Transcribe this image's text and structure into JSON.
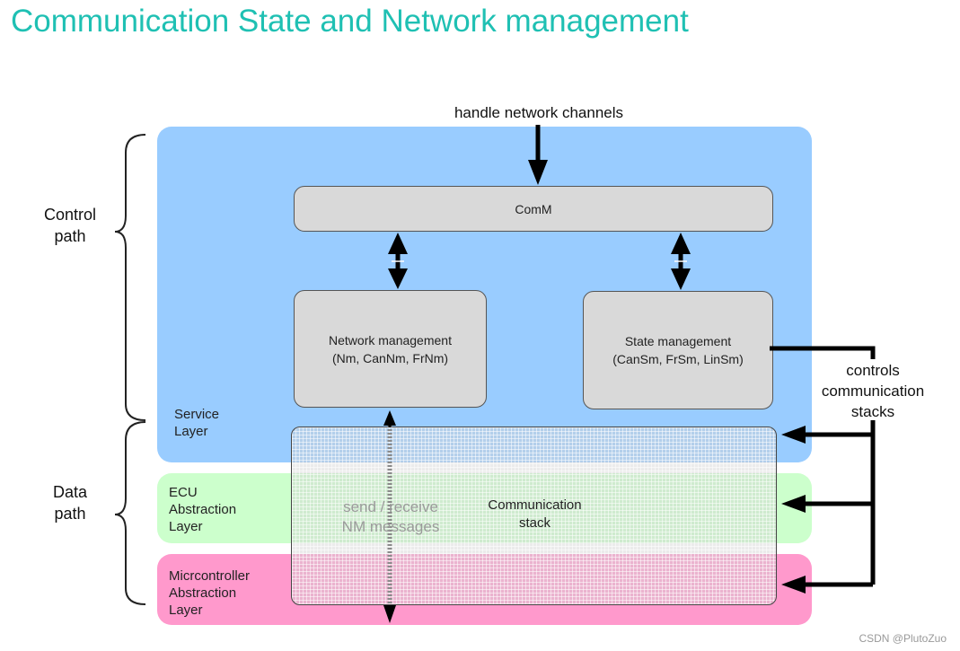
{
  "title": "Communication State and Network management",
  "side_labels": {
    "control_path": "Control\npath",
    "data_path": "Data\npath"
  },
  "layers": {
    "service": "Service\nLayer",
    "ecu": "ECU\nAbstraction\nLayer",
    "mcal": "Micrcontroller\nAbstraction\nLayer"
  },
  "boxes": {
    "comm": "ComM",
    "network_management": "Network management\n(Nm, CanNm, FrNm)",
    "state_management": "State management\n(CanSm, FrSm, LinSm)",
    "communication_stack": "Communication\nstack"
  },
  "annotations": {
    "handle_network_channels": "handle network channels",
    "controls_communication_stacks": "controls\ncommunication\nstacks",
    "send_receive_nm": "send / receive\nNM messages"
  },
  "watermark": "CSDN @PlutoZuo",
  "colors": {
    "title": "#1fc0b3",
    "service_layer": "#99ccff",
    "ecu_layer": "#ccffcc",
    "mcal_layer": "#ff99cc",
    "module_box": "#d9d9d9"
  }
}
